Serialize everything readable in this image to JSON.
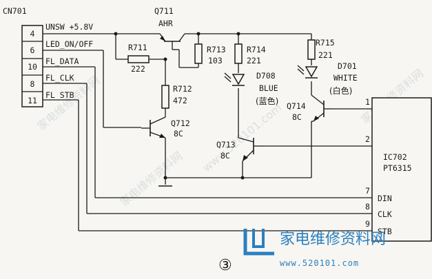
{
  "connector": {
    "name": "CN701",
    "pins": [
      {
        "num": "4",
        "label": "UNSW +5.8V"
      },
      {
        "num": "6",
        "label": "LED_ON/OFF"
      },
      {
        "num": "10",
        "label": "FL_DATA"
      },
      {
        "num": "8",
        "label": "FL_CLK"
      },
      {
        "num": "11",
        "label": "FL_STB"
      }
    ]
  },
  "components": {
    "q711": {
      "ref": "Q711",
      "value": "AHR"
    },
    "r711": {
      "ref": "R711",
      "value": "222"
    },
    "r712": {
      "ref": "R712",
      "value": "472"
    },
    "q712": {
      "ref": "Q712",
      "value": "8C"
    },
    "r713": {
      "ref": "R713",
      "value": "103"
    },
    "r714": {
      "ref": "R714",
      "value": "221"
    },
    "d708": {
      "ref": "D708",
      "value": "BLUE",
      "note": "(蓝色)"
    },
    "q713": {
      "ref": "Q713",
      "value": "8C"
    },
    "r715": {
      "ref": "R715",
      "value": "221"
    },
    "d701": {
      "ref": "D701",
      "value": "WHITE",
      "note": "(白色)"
    },
    "q714": {
      "ref": "Q714",
      "value": "8C"
    }
  },
  "ic": {
    "ref": "IC702",
    "part": "PT6315",
    "pins": [
      {
        "num": "1",
        "label": ""
      },
      {
        "num": "2",
        "label": ""
      },
      {
        "num": "7",
        "label": "DIN"
      },
      {
        "num": "8",
        "label": "CLK"
      },
      {
        "num": "9",
        "label": "STB"
      }
    ]
  },
  "figure_number": "③",
  "watermark": {
    "text": "家电维修资料网",
    "url": "www.520101.com"
  }
}
